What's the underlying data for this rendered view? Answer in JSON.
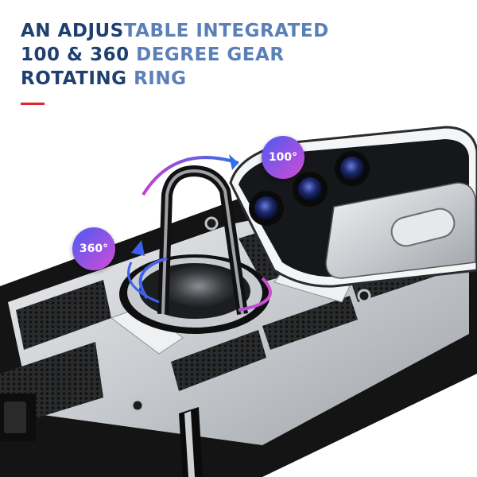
{
  "headline": {
    "line1": {
      "dark": "AN ADJUS",
      "light": "TABLE INTEGRATED"
    },
    "line2": {
      "dark": "100 & 360",
      "light": " DEGREE GEAR"
    },
    "line3": {
      "dark": "ROTATING",
      "light": " RING"
    }
  },
  "badges": {
    "top": "100°",
    "left": "360°"
  },
  "colors": {
    "headline_dark": "#1e3f6f",
    "headline_light": "#5b80b8",
    "accent_rule": "#e0282e",
    "badge_gradient_start": "#4a5cf2",
    "badge_gradient_end": "#d44bd6",
    "case_black": "#141414",
    "case_silver": "#d9dcdf"
  }
}
